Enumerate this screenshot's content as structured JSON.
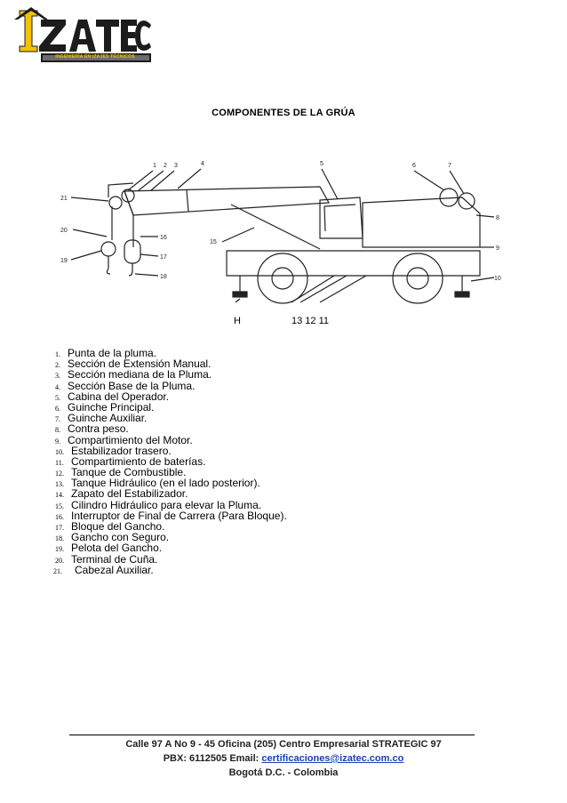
{
  "logo": {
    "brand": "IZATEC",
    "tagline": "INGENIERÍA EN IZAJES TÉCNICOS",
    "colors": {
      "yellow": "#f2c200",
      "dark": "#1c1c1c",
      "gray": "#6b6b6b"
    }
  },
  "title": "COMPONENTES DE LA GRÚA",
  "diagram": {
    "bottom_labels": [
      "H",
      "13 12 11"
    ],
    "callouts_top": [
      "1",
      "2",
      "3",
      "4",
      "5",
      "6",
      "7"
    ],
    "callouts_right": [
      "8",
      "9",
      "10"
    ],
    "callouts_left": [
      "21",
      "20",
      "19"
    ],
    "callouts_middle": [
      "16",
      "17",
      "18",
      "15"
    ]
  },
  "components": [
    {
      "n": "1.",
      "text": "Punta de la pluma."
    },
    {
      "n": "2.",
      "text": "Sección de Extensión Manual."
    },
    {
      "n": "3.",
      "text": "Sección mediana de la Pluma."
    },
    {
      "n": "4.",
      "text": "Sección Base de la Pluma."
    },
    {
      "n": "5.",
      "text": "Cabina del Operador."
    },
    {
      "n": "6.",
      "text": "Guinche Principal."
    },
    {
      "n": "7.",
      "text": "Guinche Auxiliar."
    },
    {
      "n": "8.",
      "text": "Contra peso."
    },
    {
      "n": "9.",
      "text": "Compartimiento del Motor."
    },
    {
      "n": "10.",
      "text": "Estabilizador trasero."
    },
    {
      "n": "11.",
      "text": "Compartimiento de baterías."
    },
    {
      "n": "12.",
      "text": "Tanque de Combustible."
    },
    {
      "n": "13.",
      "text": "Tanque Hidráulico (en el lado posterior)."
    },
    {
      "n": "14.",
      "text": "Zapato del Estabilizador."
    },
    {
      "n": "15.",
      "text": "Cilindro Hidráulico para elevar la Pluma."
    },
    {
      "n": "16.",
      "text": "Interruptor de Final de Carrera (Para Bloque)."
    },
    {
      "n": "17.",
      "text": "Bloque del Gancho."
    },
    {
      "n": "18.",
      "text": "Gancho con Seguro."
    },
    {
      "n": "19.",
      "text": "Pelota del Gancho."
    },
    {
      "n": "20.",
      "text": "Terminal de Cuña."
    },
    {
      "n": "21.",
      "text": "Cabezal Auxiliar."
    }
  ],
  "footer": {
    "line1": "Calle 97 A No 9 - 45 Oficina (205) Centro Empresarial STRATEGIC 97",
    "line2_prefix": "PBX: 6112505 Email: ",
    "email": "certificaciones@izatec.com.co",
    "line3": "Bogotá D.C. - Colombia"
  }
}
